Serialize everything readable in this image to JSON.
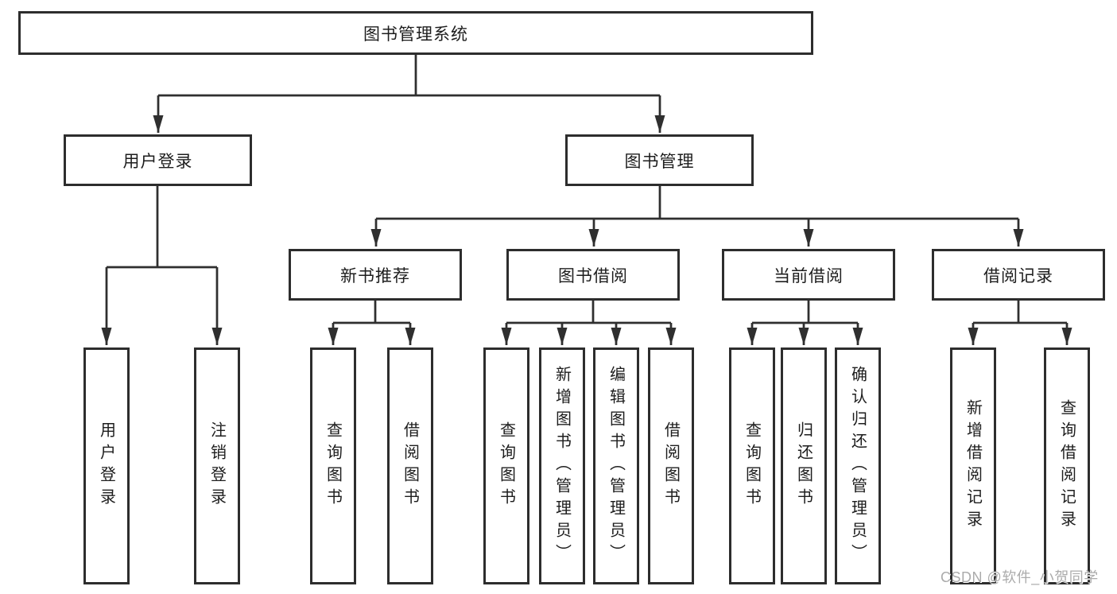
{
  "tree": {
    "root": {
      "label": "图书管理系统"
    },
    "branches": [
      {
        "label": "用户登录",
        "leaves": [
          "用户登录",
          "注销登录"
        ]
      },
      {
        "label": "图书管理",
        "sections": [
          {
            "label": "新书推荐",
            "leaves": [
              "查询图书",
              "借阅图书"
            ]
          },
          {
            "label": "图书借阅",
            "leaves": [
              "查询图书",
              "新增图书（管理员）",
              "编辑图书（管理员）",
              "借阅图书"
            ]
          },
          {
            "label": "当前借阅",
            "leaves": [
              "查询图书",
              "归还图书",
              "确认归还（管理员）"
            ]
          },
          {
            "label": "借阅记录",
            "leaves": [
              "新增借阅记录",
              "查询借阅记录"
            ]
          }
        ]
      }
    ]
  },
  "watermark": {
    "text": "CSDN @软件_小贺同学"
  },
  "colors": {
    "line": "#2f2f2f",
    "box_border": "#2d2d2d",
    "text": "#1d1d1d",
    "background": "#ffffff",
    "watermark": "#ababab"
  }
}
